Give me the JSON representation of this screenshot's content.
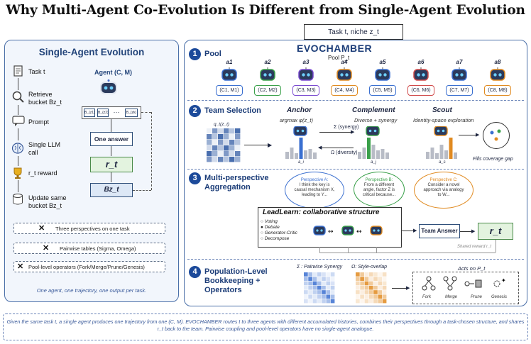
{
  "title": "Why Multi-Agent Co-Evolution Is Different from Single-Agent Evolution",
  "left_panel": {
    "title": "Single-Agent Evolution",
    "steps": [
      {
        "label": "Task t",
        "icon": "document-icon"
      },
      {
        "label": "Retrieve bucket Bz_t",
        "icon": "magnifier-icon"
      },
      {
        "label": "Prompt",
        "icon": "chat-icon"
      },
      {
        "label": "Single LLM call",
        "icon": "brain-icon"
      },
      {
        "label": "r_t reward",
        "icon": "trophy-icon"
      },
      {
        "label": "Update same bucket Bz_t",
        "icon": "database-icon"
      }
    ],
    "agent_title": "Agent (C, M)",
    "buckets": [
      "B_{z1}",
      "B_{z2}",
      "···",
      "B_{zk}"
    ],
    "one_answer": "One answer",
    "reward": "r_t",
    "bucket_update": "Bz_t",
    "limitations": [
      "Three perspectives on one task",
      "Pairwise tables (Sigma, Omega)",
      "Pool-level operators (Fork/Merge/Prune/Genesis)"
    ],
    "caption": "One agent, one trajectory, one output per task."
  },
  "right_panel": {
    "task_box": "Task t, niche z_t",
    "name": "EVOCHAMBER",
    "pool_subtitle": "Pool P_t",
    "sections": {
      "s1": {
        "num": "1",
        "label": "Pool"
      },
      "s2": {
        "num": "2",
        "label": "Team Selection"
      },
      "s3": {
        "num": "3",
        "label": "Multi-perspective Aggregation"
      },
      "s4": {
        "num": "4",
        "label": "Population-Level Bookkeeping + Operators"
      }
    },
    "pool_agents": [
      {
        "name": "a1",
        "box": "(C1, M1)",
        "color": "#3a6fd0"
      },
      {
        "name": "a2",
        "box": "(C2, M2)",
        "color": "#3aa04a"
      },
      {
        "name": "a3",
        "box": "(C3, M3)",
        "color": "#7a4ad0"
      },
      {
        "name": "a4",
        "box": "(C4, M4)",
        "color": "#e08a20"
      },
      {
        "name": "a5",
        "box": "(C5, M5)",
        "color": "#3a6fd0"
      },
      {
        "name": "a6",
        "box": "(C6, M6)",
        "color": "#d04a4a"
      },
      {
        "name": "a7",
        "box": "(C7, M7)",
        "color": "#3a6fd0"
      },
      {
        "name": "a8",
        "box": "(C8, M8)",
        "color": "#e08a20"
      }
    ],
    "team_selection": {
      "qz_label": "q_t(z_t)",
      "anchor": {
        "title": "Anchor",
        "sub": "argmax φ(z_t)",
        "agent": "a_i"
      },
      "complement": {
        "title": "Complement",
        "sub": "Diverse + synergy",
        "agent": "a_j"
      },
      "scout": {
        "title": "Scout",
        "sub": "Identity-space exploration",
        "agent": "a_s"
      },
      "sigma_label": "Σ (synergy)",
      "omega_label": "Ω (diversity)",
      "coverage": "Fills coverage gap"
    },
    "aggregation": {
      "clouds": [
        {
          "title": "Perspective A:",
          "text": "I think the key is causal mechanism X, leading to Y..."
        },
        {
          "title": "Perspective B:",
          "text": "From a different angle, factor Z is critical because..."
        },
        {
          "title": "Perspective C:",
          "text": "Consider a novel approach via analogy to W..."
        }
      ],
      "leadlearn_title": "LeadLearn: collaborative structure",
      "options": [
        "Voting",
        "Debate",
        "Generator-Critic",
        "Decompose"
      ],
      "team_answer": "Team Answer",
      "reward": "r_t",
      "shared_reward": "Shared reward r_t"
    },
    "bookkeeping": {
      "sigma_title": "Σ : Pairwise Synergy",
      "omega_title": "Ω: Style-overlap",
      "acts_title": "Acts on P_t",
      "operators": [
        "Fork",
        "Merge",
        "Prune",
        "Genesis"
      ]
    }
  },
  "bottom_caption": "Given the same task t, a single agent produces one trajectory from one (C, M). EVOCHAMBER routes t to three agents with different accumulated histories, combines their perspectives through a task-chosen structure, and shares r_t back to the team. Pairwise coupling and pool-level operators have no single-agent analogue.",
  "colors": {
    "accent": "#1c3d78",
    "panel_bg": "#f2f6fc",
    "border": "#4a6fa8"
  }
}
